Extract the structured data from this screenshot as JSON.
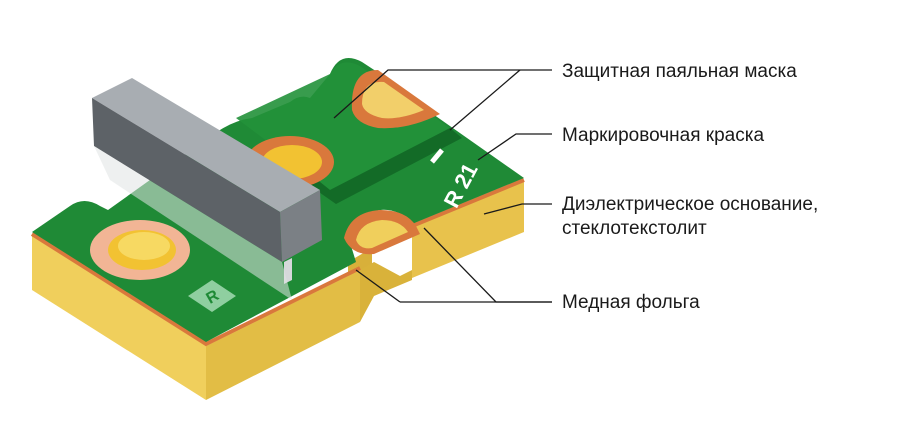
{
  "labels": {
    "solder_mask": "Защитная паяльная маска",
    "marking_ink": "Маркировочная краска",
    "dielectric_line1": "Диэлектрическое основание,",
    "dielectric_line2": "стеклотекстолит",
    "copper_foil": "Медная фольга"
  },
  "board_marking": {
    "designator": "R 21",
    "diamond_letter": "R"
  },
  "colors": {
    "solder_mask": "#1f8a36",
    "solder_mask_dark": "#136b27",
    "dielectric": "#f0cf5c",
    "dielectric_shadow": "#d9b23a",
    "copper": "#d9783c",
    "copper_light": "#f2b595",
    "pad_gold": "#f2c232",
    "component": "#6e7378",
    "component_light": "#a8adb2",
    "leader_lines": "#1a1a1a",
    "text": "#1a1a1a"
  }
}
